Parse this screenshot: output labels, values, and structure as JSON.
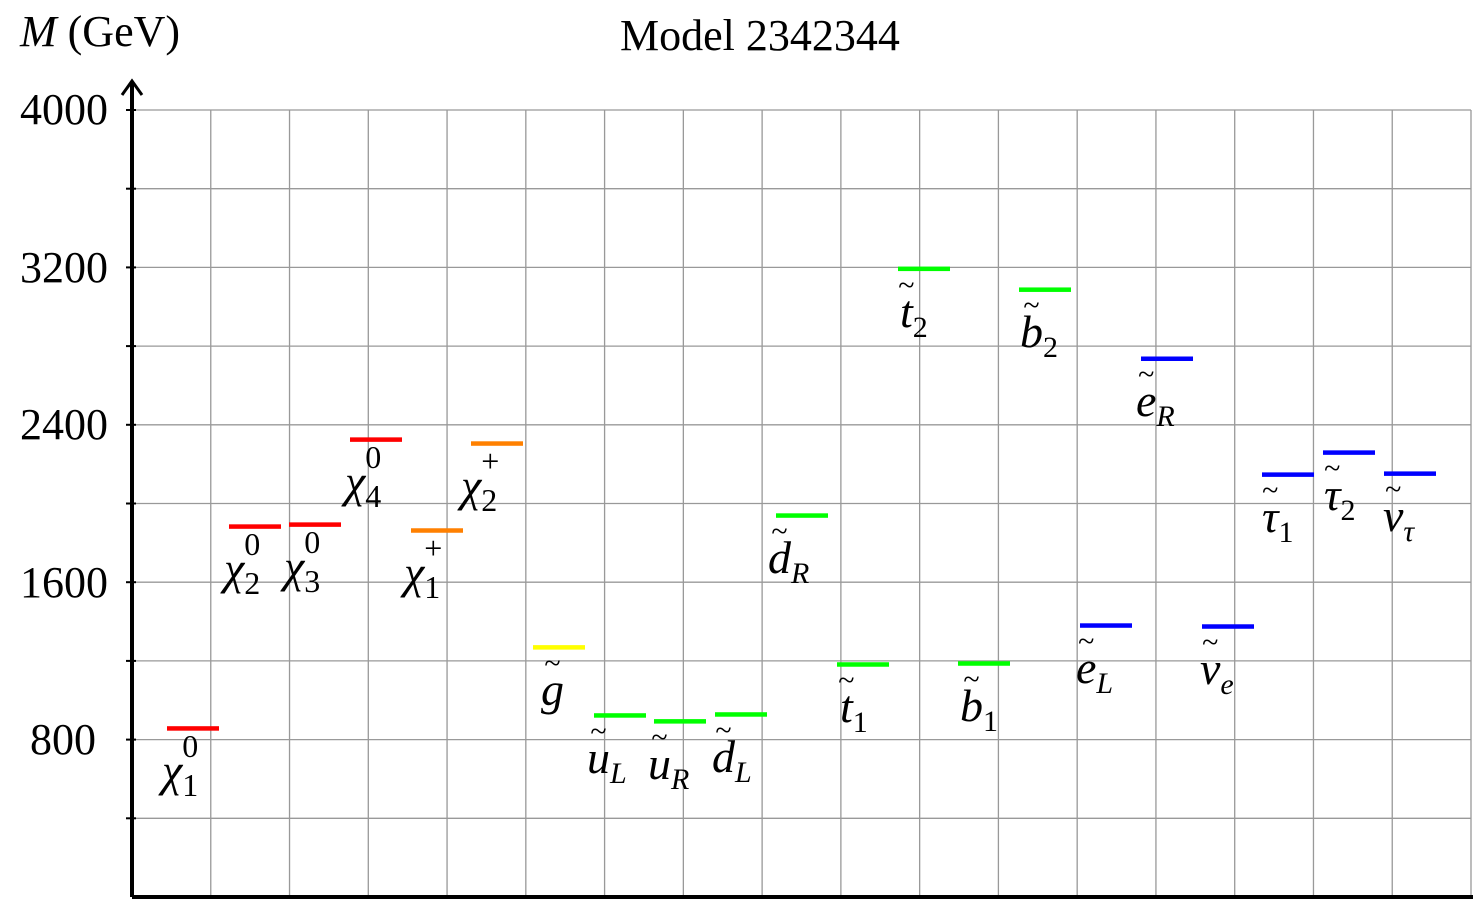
{
  "chart_data": {
    "type": "mass-spectrum",
    "title": "Model 2342344",
    "ylabel": "M (GeV)",
    "xlabel": "",
    "ylim": [
      0,
      4000
    ],
    "yticks": [
      800,
      1600,
      2400,
      3200,
      4000
    ],
    "minor_yticks": [
      400,
      1200,
      2000,
      2800,
      3600
    ],
    "grid": true,
    "colors": {
      "neutralino": "#ff0000",
      "chargino": "#ff8000",
      "gluino": "#ffff00",
      "squark": "#00ff00",
      "slepton": "#0000ff",
      "grid": "#999999"
    },
    "particles": [
      {
        "name": "chi_1^0",
        "label": "χ",
        "sub": "1",
        "sup": "0",
        "tilde": false,
        "group": "neutralino",
        "mass": 858
      },
      {
        "name": "chi_2^0",
        "label": "χ",
        "sub": "2",
        "sup": "0",
        "tilde": false,
        "group": "neutralino",
        "mass": 1884
      },
      {
        "name": "chi_3^0",
        "label": "χ",
        "sub": "3",
        "sup": "0",
        "tilde": false,
        "group": "neutralino",
        "mass": 1894
      },
      {
        "name": "chi_4^0",
        "label": "χ",
        "sub": "4",
        "sup": "0",
        "tilde": false,
        "group": "neutralino",
        "mass": 2326
      },
      {
        "name": "chi_1^+",
        "label": "χ",
        "sub": "1",
        "sup": "+",
        "tilde": false,
        "group": "chargino",
        "mass": 1864
      },
      {
        "name": "chi_2^+",
        "label": "χ",
        "sub": "2",
        "sup": "+",
        "tilde": false,
        "group": "chargino",
        "mass": 2306
      },
      {
        "name": "gluino",
        "label": "g",
        "sub": "",
        "sup": "",
        "tilde": true,
        "group": "gluino",
        "mass": 1270
      },
      {
        "name": "u_L",
        "label": "u",
        "sub": "L",
        "sup": "",
        "tilde": true,
        "group": "squark",
        "mass": 924
      },
      {
        "name": "u_R",
        "label": "u",
        "sub": "R",
        "sup": "",
        "tilde": true,
        "group": "squark",
        "mass": 894
      },
      {
        "name": "d_L",
        "label": "d",
        "sub": "L",
        "sup": "",
        "tilde": true,
        "group": "squark",
        "mass": 929
      },
      {
        "name": "d_R",
        "label": "d",
        "sub": "R",
        "sup": "",
        "tilde": true,
        "group": "squark",
        "mass": 1940
      },
      {
        "name": "t_1",
        "label": "t",
        "sub": "1",
        "sup": "",
        "tilde": true,
        "group": "squark",
        "mass": 1183
      },
      {
        "name": "t_2",
        "label": "t",
        "sub": "2",
        "sup": "",
        "tilde": true,
        "group": "squark",
        "mass": 3194
      },
      {
        "name": "b_1",
        "label": "b",
        "sub": "1",
        "sup": "",
        "tilde": true,
        "group": "squark",
        "mass": 1188
      },
      {
        "name": "b_2",
        "label": "b",
        "sub": "2",
        "sup": "",
        "tilde": true,
        "group": "squark",
        "mass": 3088
      },
      {
        "name": "e_L",
        "label": "e",
        "sub": "L",
        "sup": "",
        "tilde": true,
        "group": "slepton",
        "mass": 1381
      },
      {
        "name": "e_R",
        "label": "e",
        "sub": "R",
        "sup": "",
        "tilde": true,
        "group": "slepton",
        "mass": 2737
      },
      {
        "name": "nu_e",
        "label": "ν",
        "sub": "e",
        "sup": "",
        "tilde": true,
        "group": "slepton",
        "mass": 1376
      },
      {
        "name": "tau_1",
        "label": "τ",
        "sub": "1",
        "sup": "",
        "tilde": true,
        "group": "slepton",
        "mass": 2148
      },
      {
        "name": "tau_2",
        "label": "τ",
        "sub": "2",
        "sup": "",
        "tilde": true,
        "group": "slepton",
        "mass": 2260
      },
      {
        "name": "nu_tau",
        "label": "ν",
        "sub": "τ",
        "sup": "",
        "tilde": true,
        "group": "slepton",
        "mass": 2153
      }
    ]
  },
  "header": {
    "ylabel_symbol": "M",
    "ylabel_unit": "(GeV)",
    "title": "Model 2342344"
  },
  "axis": {
    "tick_labels": [
      "4000",
      "3200",
      "2400",
      "1600",
      "800"
    ]
  }
}
